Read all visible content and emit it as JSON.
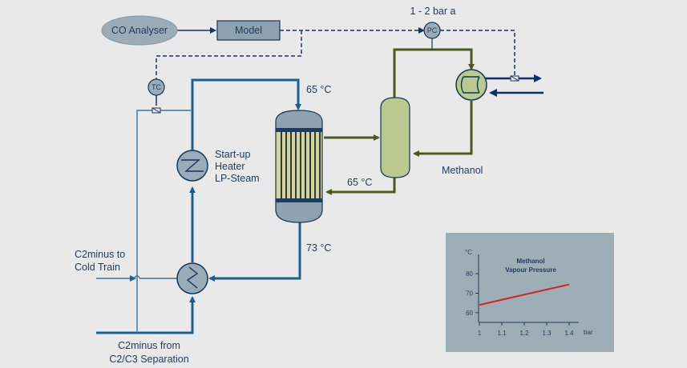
{
  "labels": {
    "co_analyser": "CO Analyser",
    "model": "Model",
    "pressure": "1 - 2 bar a",
    "pc": "PC",
    "tc": "TC",
    "temp_top": "65 °C",
    "temp_return": "65 °C",
    "temp_bottom": "73 °C",
    "heater_line1": "Start-up",
    "heater_line2": "Heater",
    "heater_line3": "LP-Steam",
    "methanol": "Methanol",
    "c2_to_line1": "C2minus to",
    "c2_to_line2": "Cold Train",
    "c2_from_line1": "C2minus from",
    "c2_from_line2": "C2/C3 Separation"
  },
  "colors": {
    "blue_line": "#1b5f8f",
    "olive_line": "#4a5a1e",
    "analyser_fill": "#9aacb8",
    "equipment_fill": "#b9c98f",
    "chart_bg": "#9eaeb6",
    "series_color": "#d81f26"
  },
  "chart_data": {
    "type": "line",
    "title_line1": "Methanol",
    "title_line2": "Vapour Pressure",
    "ylabel": "°C",
    "xlabel": "bar",
    "x_ticks": [
      "1",
      "1.1",
      "1.2",
      "1.3",
      "1.4"
    ],
    "y_ticks": [
      "60",
      "70",
      "80"
    ],
    "xlim": [
      1,
      1.4
    ],
    "ylim": [
      55,
      85
    ],
    "series": [
      {
        "x": [
          1.0,
          1.4
        ],
        "y": [
          64,
          74.5
        ]
      }
    ]
  }
}
